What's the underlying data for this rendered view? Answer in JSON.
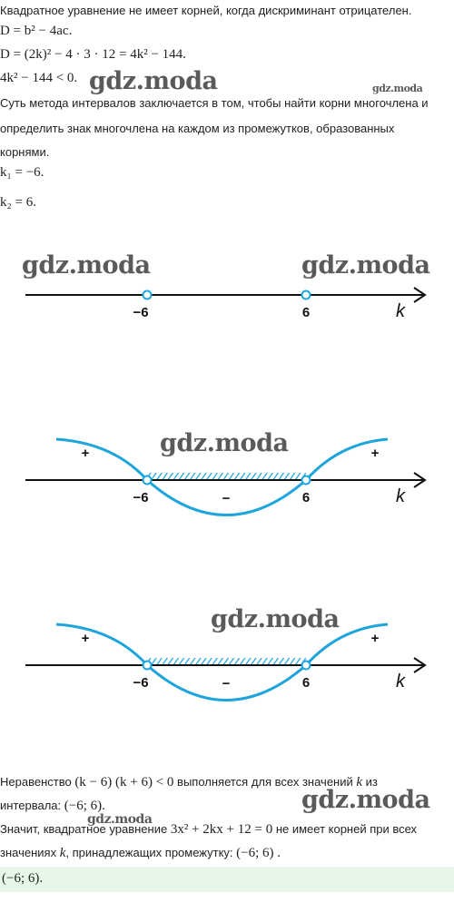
{
  "intro": "Квадратное уравнение не имеет корней, когда дискриминант отрицателен.",
  "formula_d": "D = b² − 4ac.",
  "formula_d2": "D = (2k)² − 4 · 3 · 12 = 4k² − 144.",
  "inequality": "4k² − 144 < 0.",
  "method_line1": "Суть метода интервалов заключается в том, чтобы найти корни многочлена и",
  "method_line2": "определить знак многочлена на каждом из промежутков, образованных",
  "method_line3": "корнями.",
  "root1": "k₁ = −6.",
  "root2": "k₂ = 6.",
  "watermark": "gdz.moda",
  "axis": {
    "left_point": "−6",
    "right_point": "6",
    "variable": "k"
  },
  "signs": {
    "left": "+",
    "middle": "−",
    "right": "+"
  },
  "conclusion1_a": "Неравенство ",
  "conclusion1_math": "(k − 6) (k + 6) < 0",
  "conclusion1_b": " выполняется для всех значений ",
  "conclusion1_k": "k",
  "conclusion1_c": " из",
  "conclusion2_a": "интервала: ",
  "conclusion2_math": "(−6; 6).",
  "conclusion3_a": "Значит, квадратное уравнение ",
  "conclusion3_math": "3x² + 2kx + 12 = 0",
  "conclusion3_b": " не имеет корней при всех",
  "conclusion4_a": "значениях ",
  "conclusion4_k": "k",
  "conclusion4_b": ", принадлежащих промежутку: ",
  "conclusion4_math": "(−6; 6) .",
  "answer": "(−6; 6).",
  "colors": {
    "curve": "#1ea5dc",
    "axis": "#111111",
    "answer_bg": "#e6f7e8"
  }
}
